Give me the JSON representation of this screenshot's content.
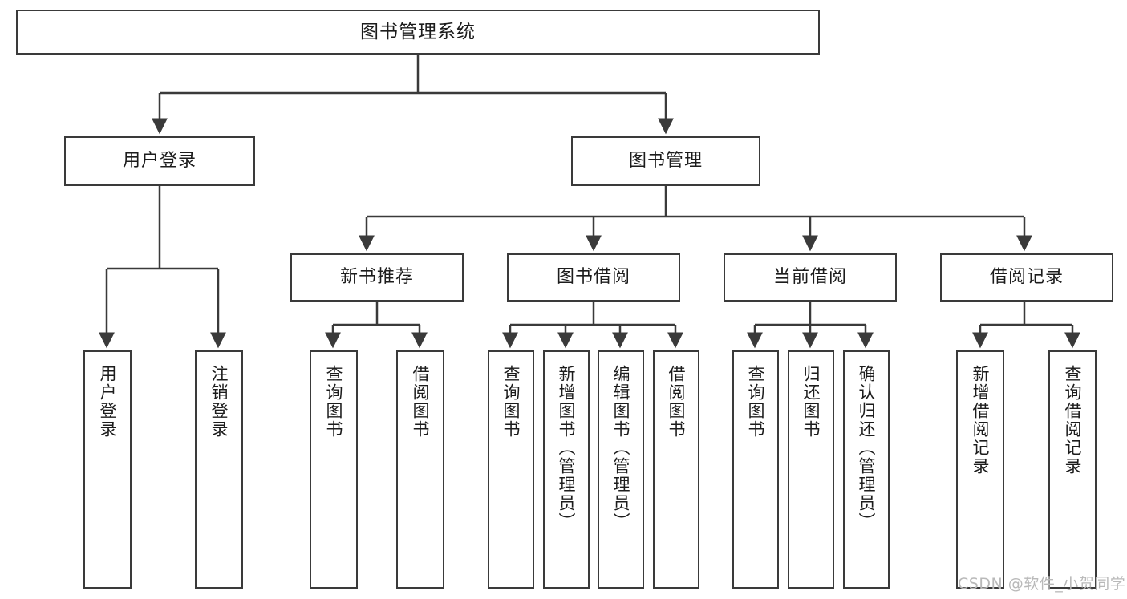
{
  "diagram": {
    "title": "图书管理系统",
    "type": "tree-hierarchy",
    "colors": {
      "stroke": "#3a3a3a",
      "fill": "#ffffff",
      "text": "#1c1c1c",
      "watermark": "#b9b9b9"
    }
  },
  "nodes": {
    "root": {
      "label": "图书管理系统"
    },
    "level2": [
      {
        "label": "用户登录"
      },
      {
        "label": "图书管理"
      }
    ],
    "level3": [
      {
        "label": "新书推荐"
      },
      {
        "label": "图书借阅"
      },
      {
        "label": "当前借阅"
      },
      {
        "label": "借阅记录"
      }
    ],
    "leaves": {
      "user_login": [
        {
          "label": "用户登录"
        },
        {
          "label": "注销登录"
        }
      ],
      "new_book_recommend": [
        {
          "label": "查询图书"
        },
        {
          "label": "借阅图书"
        }
      ],
      "book_borrow": [
        {
          "label": "查询图书"
        },
        {
          "label": "新增图书（管理员）"
        },
        {
          "label": "编辑图书（管理员）"
        },
        {
          "label": "借阅图书"
        }
      ],
      "current_borrow": [
        {
          "label": "查询图书"
        },
        {
          "label": "归还图书"
        },
        {
          "label": "确认归还（管理员）"
        }
      ],
      "borrow_record": [
        {
          "label": "新增借阅记录"
        },
        {
          "label": "查询借阅记录"
        }
      ]
    }
  },
  "watermark": {
    "text": "CSDN @软件_小贺同学"
  }
}
